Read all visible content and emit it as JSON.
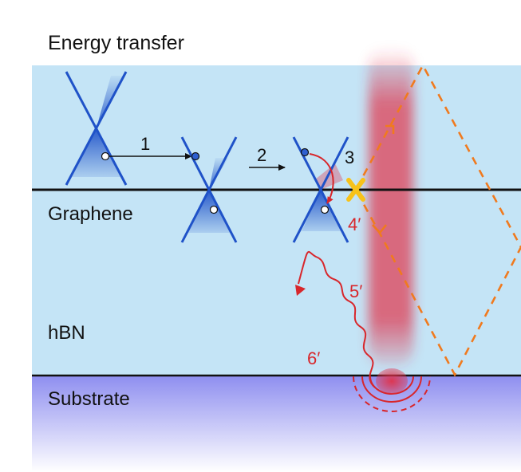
{
  "title": "Energy transfer",
  "layers": {
    "graphene": "Graphene",
    "hbn": "hBN",
    "substrate": "Substrate"
  },
  "steps": {
    "s1": "1",
    "s2": "2",
    "s3": "3",
    "s4": "4′",
    "s5": "5′",
    "s6": "6′"
  },
  "colors": {
    "hbn_fill": "#c4e4f6",
    "substrate_top": "#8f8ff0",
    "cone_blue": "#1f52c8",
    "phonon_red": "#e0324a",
    "dashed_orange": "#f07a1e",
    "cross_yellow": "#f7c21a",
    "emission_red": "#d8262b"
  },
  "icons": [
    "dirac-cone-icon",
    "electron-icon",
    "hole-icon",
    "energy-transfer-cross-icon",
    "wavy-emission-arrow-icon",
    "dipole-emitter-icon"
  ]
}
